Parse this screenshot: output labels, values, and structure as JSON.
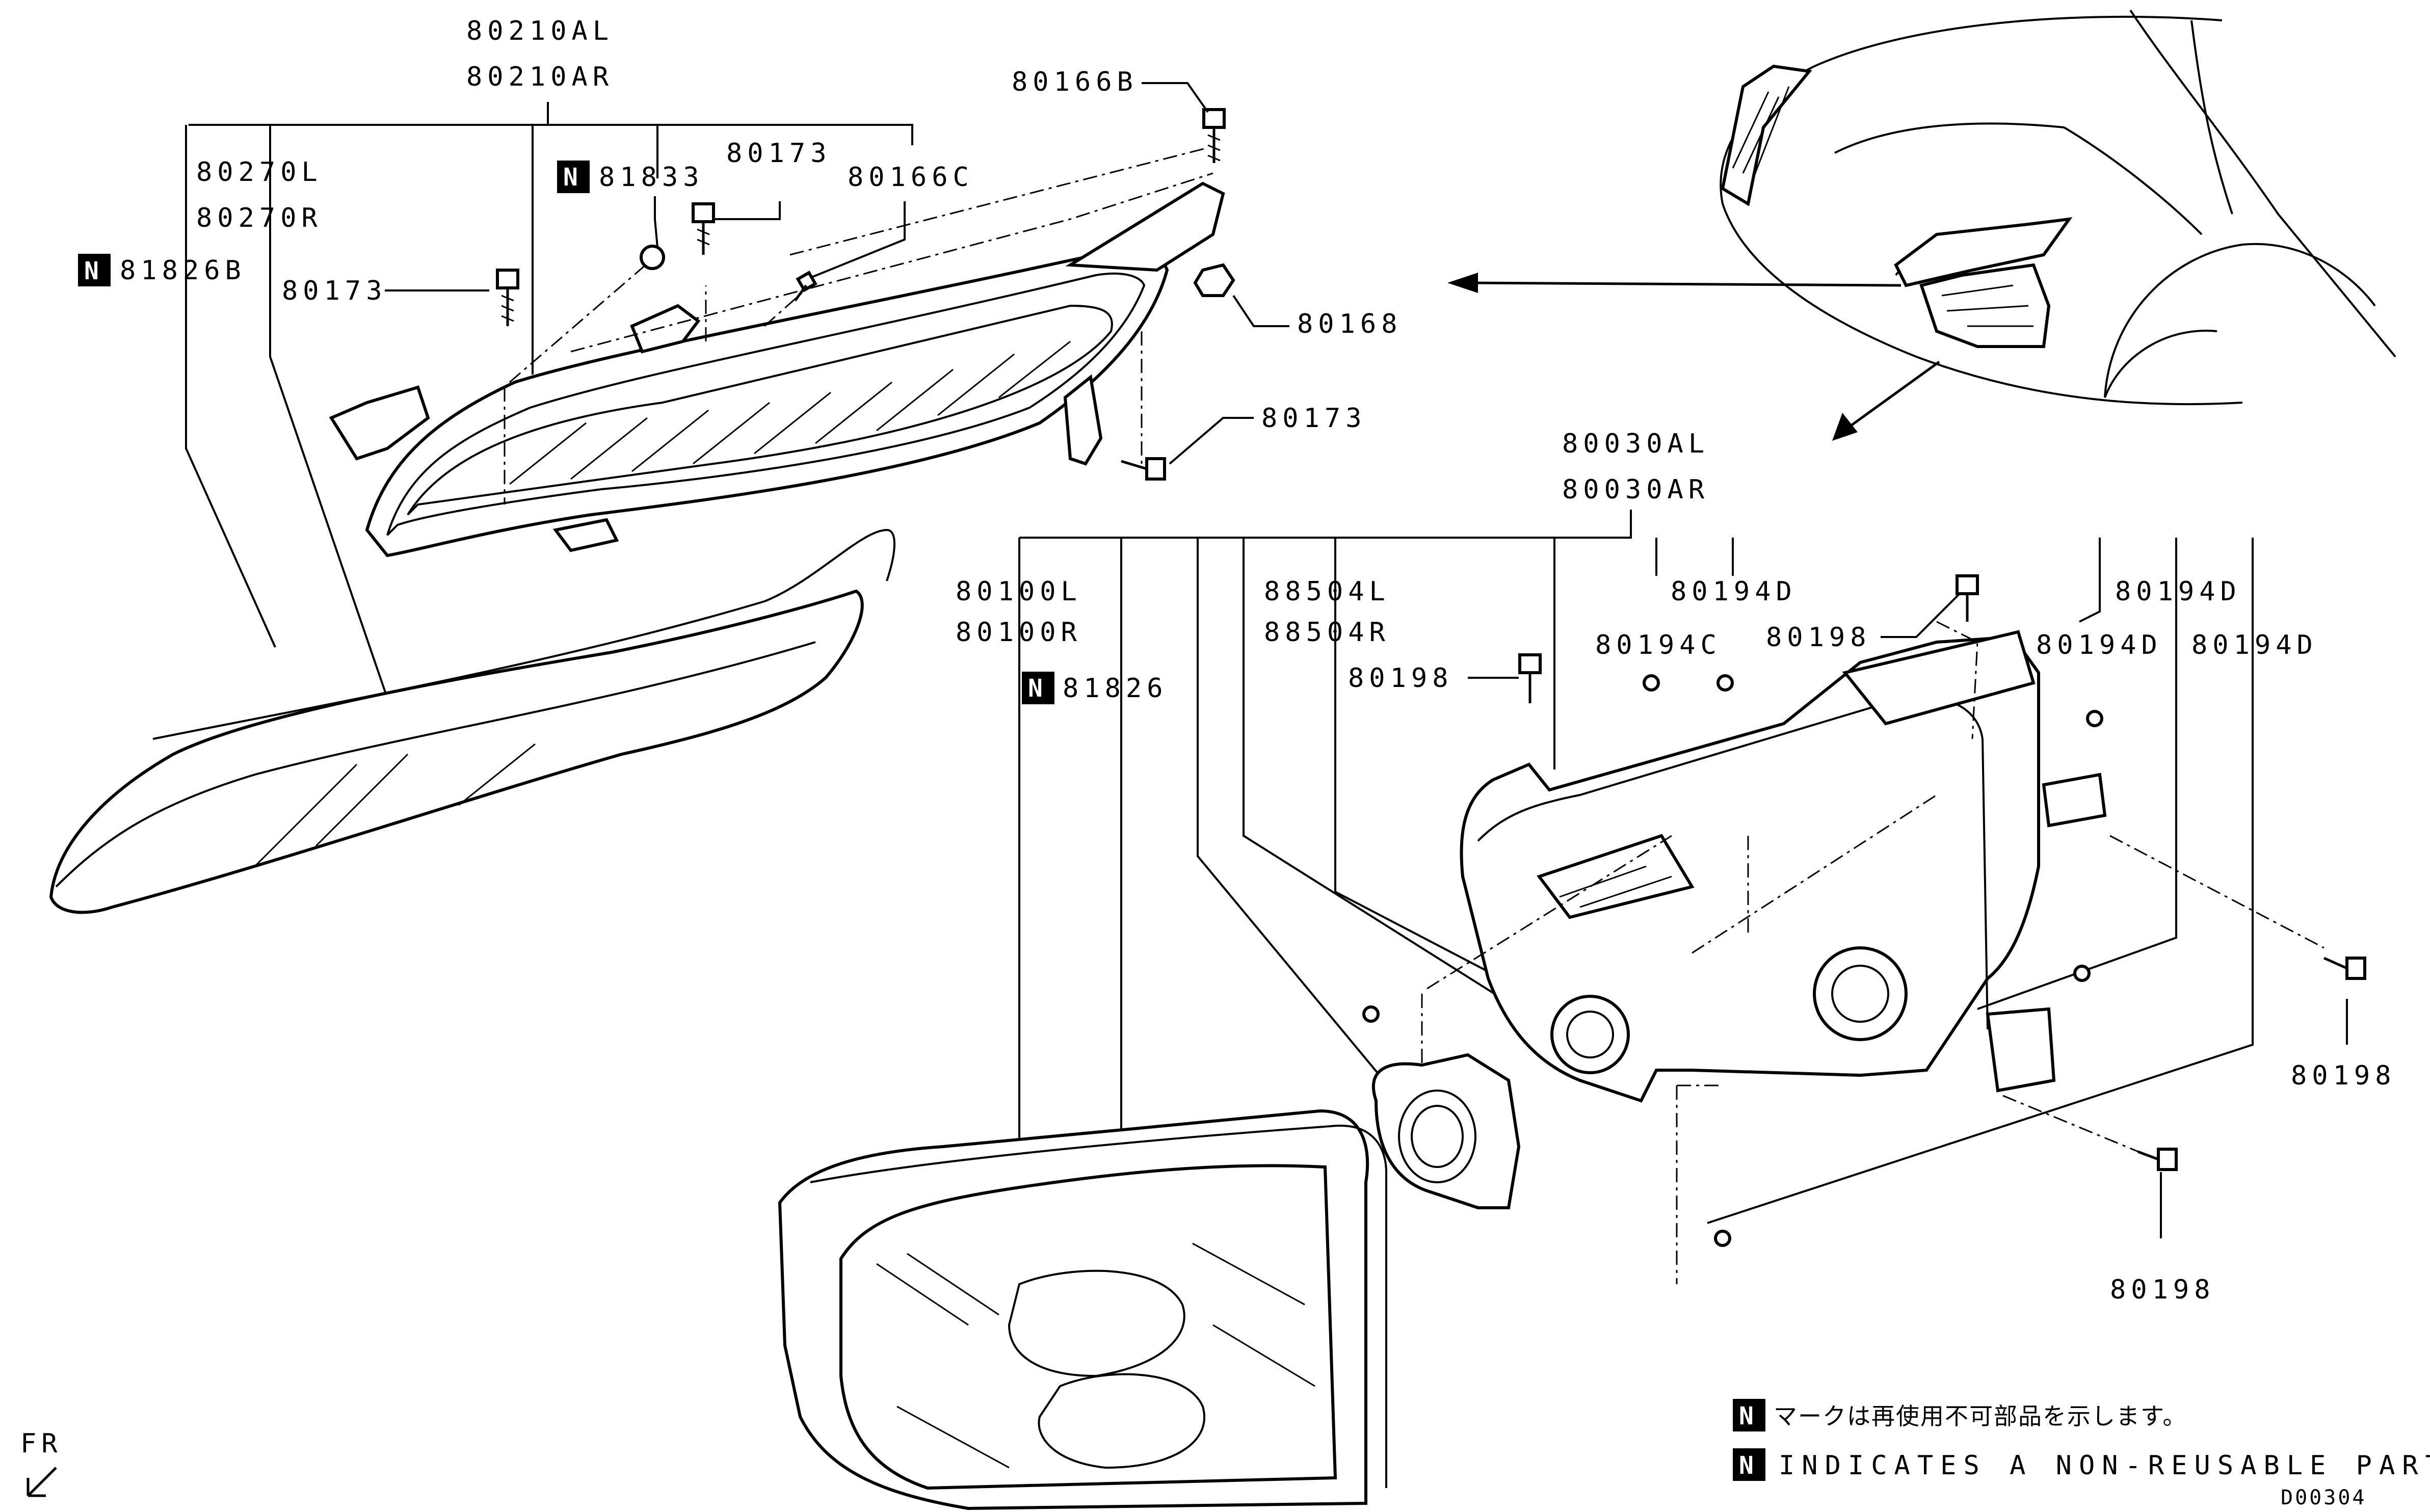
{
  "labels": {
    "l_80210AL": "80210AL",
    "l_80210AR": "80210AR",
    "l_80270L": "80270L",
    "l_80270R": "80270R",
    "l_81826B": "81826B",
    "l_81833": "81833",
    "l_80173_a": "80173",
    "l_80166C": "80166C",
    "l_80166B": "80166B",
    "l_80173_b": "80173",
    "l_80168": "80168",
    "l_80173_c": "80173",
    "l_80030AL": "80030AL",
    "l_80030AR": "80030AR",
    "l_80100L": "80100L",
    "l_80100R": "80100R",
    "l_81826": "81826",
    "l_88504L": "88504L",
    "l_88504R": "88504R",
    "l_80194D_a": "80194D",
    "l_80194C": "80194C",
    "l_80198_a": "80198",
    "l_80198_b": "80198",
    "l_80194D_b": "80194D",
    "l_80194D_c": "80194D",
    "l_80194D_d": "80194D",
    "l_80198_c": "80198",
    "l_80198_d": "80198",
    "l_FR": "FR"
  },
  "n_mark": "N",
  "notes": {
    "ja": "マークは再使用不可部品を示します。",
    "en": "INDICATES A NON-REUSABLE PART."
  },
  "figure_code": "D00304",
  "icons": {
    "non_reusable_badge": "n-badge-icon",
    "front_arrow": "front-direction-arrow-icon"
  }
}
